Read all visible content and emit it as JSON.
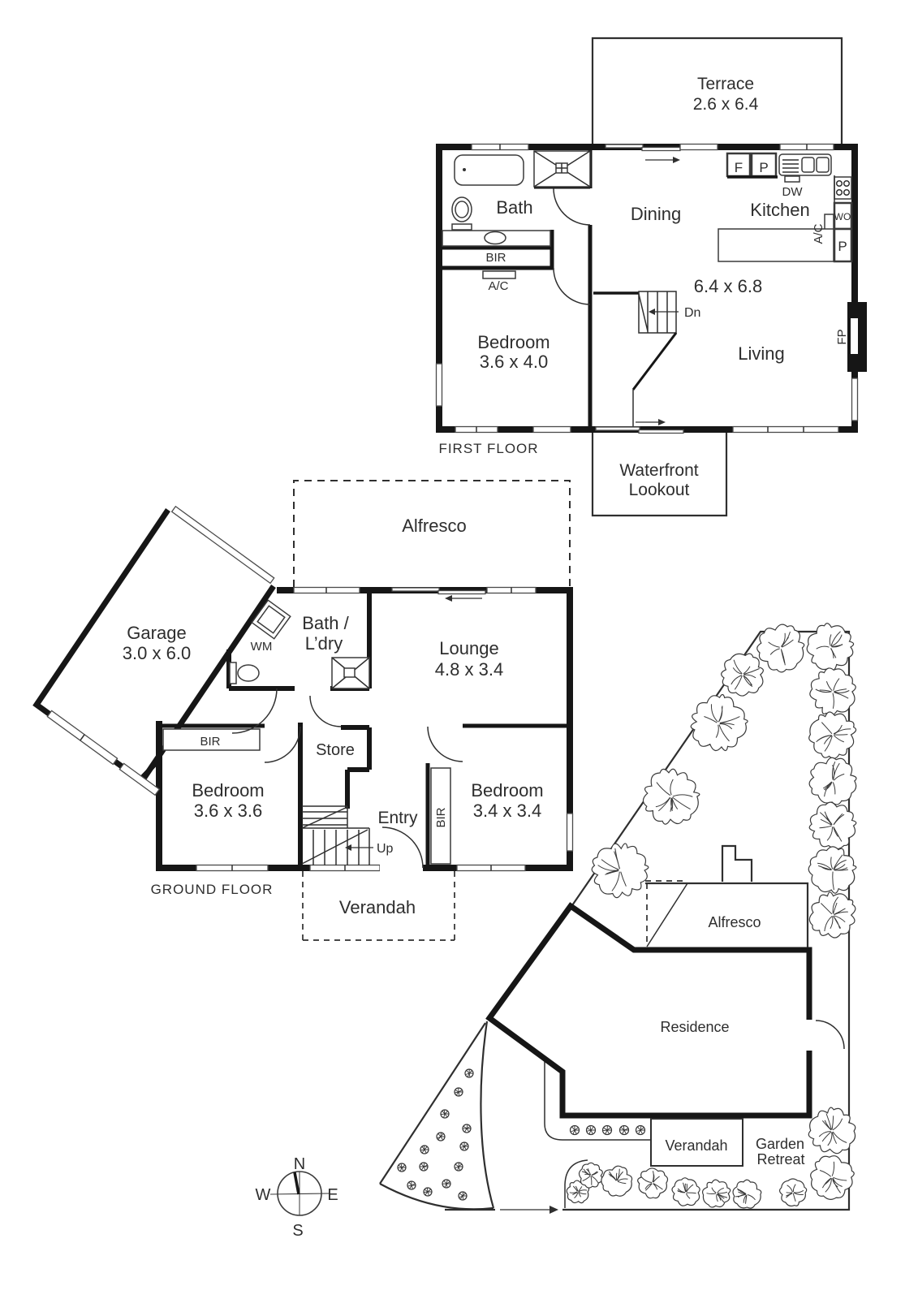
{
  "first_floor": {
    "floor_label": "FIRST FLOOR",
    "terrace": {
      "name": "Terrace",
      "dims": "2.6 x 6.4"
    },
    "bath": "Bath",
    "bir": "BIR",
    "ac": "A/C",
    "bedroom": {
      "name": "Bedroom",
      "dims": "3.6 x 4.0"
    },
    "dining": "Dining",
    "kitchen": {
      "name": "Kitchen",
      "fridge": "F",
      "pantry": "P",
      "dishwasher": "DW",
      "wall_oven": "WO",
      "ac": "A/C",
      "pantry2": "P"
    },
    "living": {
      "name": "Living",
      "dims": "6.4 x 6.8",
      "fireplace": "FP"
    },
    "stairs_down": "Dn",
    "lookout": {
      "line1": "Waterfront",
      "line2": "Lookout"
    }
  },
  "ground_floor": {
    "floor_label": "GROUND FLOOR",
    "alfresco": "Alfresco",
    "garage": {
      "name": "Garage",
      "dims": "3.0 x 6.0",
      "washing_machine": "WM"
    },
    "bath_laundry": {
      "line1": "Bath /",
      "line2": "L’dry"
    },
    "lounge": {
      "name": "Lounge",
      "dims": "4.8 x 3.4"
    },
    "bedroom1": {
      "name": "Bedroom",
      "dims": "3.6 x 3.6",
      "bir": "BIR"
    },
    "bedroom2": {
      "name": "Bedroom",
      "dims": "3.4 x 3.4",
      "bir": "BIR"
    },
    "store": "Store",
    "entry": "Entry",
    "stairs_up": "Up",
    "verandah": "Verandah"
  },
  "site_plan": {
    "alfresco": "Alfresco",
    "residence": "Residence",
    "verandah": "Verandah",
    "garden_retreat": {
      "line1": "Garden",
      "line2": "Retreat"
    }
  },
  "compass": {
    "north": "N",
    "south": "S",
    "east": "E",
    "west": "W"
  },
  "colors": {
    "wall": "#161616",
    "text": "#2e2e2e"
  }
}
